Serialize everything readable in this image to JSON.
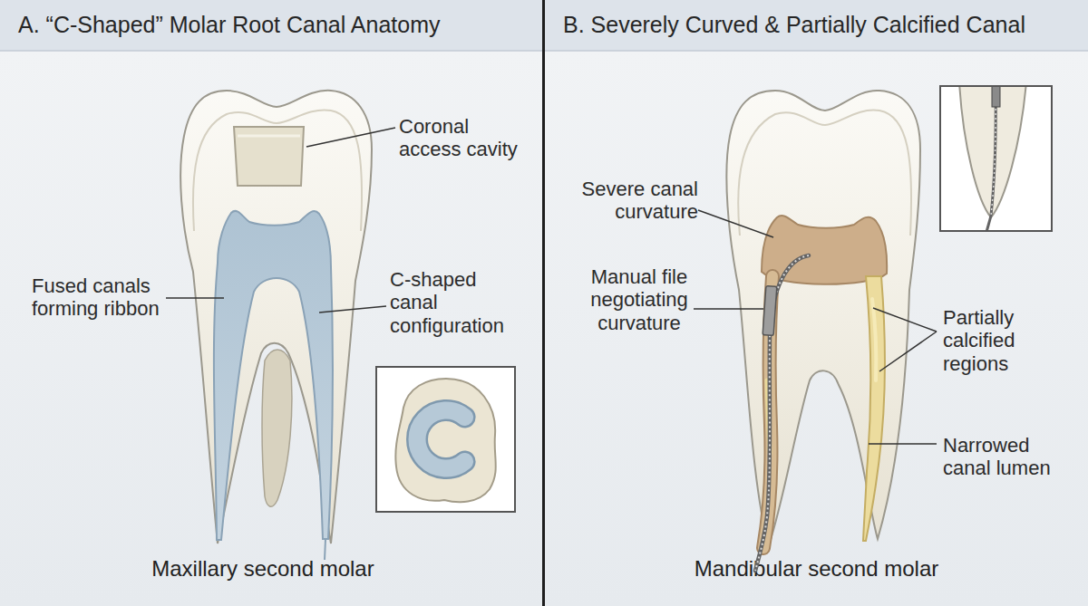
{
  "diagram": {
    "nodes": [
      {
        "text": [
          "A. “C-Shaped” Molar Root Canal Anatomy",
          "Maxillary second molar"
        ]
      },
      {
        "text": [
          "B. Severely Curved & Partially Calcified Canal",
          "Mandibular second molar"
        ]
      }
    ],
    "labels": [
      "Coronal access cavity",
      "Fused canals forming ribbon",
      "C-shaped canal configuration",
      "Severe canal curvature",
      "Manual file negotiating curvature",
      "Partially calcified regions",
      "Narrowed canal lumen"
    ]
  }
}
